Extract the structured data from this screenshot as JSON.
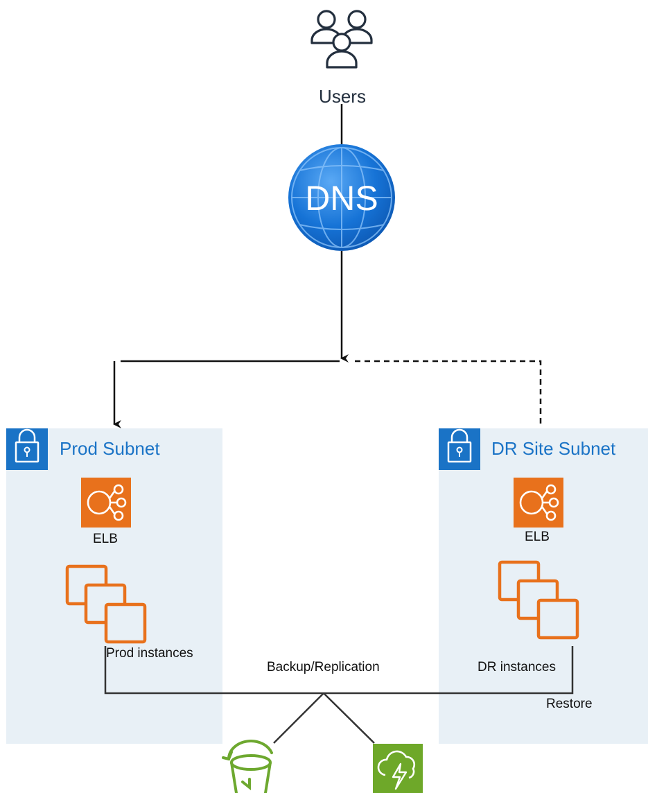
{
  "users": {
    "label": "Users"
  },
  "dns": {
    "label": "DNS"
  },
  "prod_subnet": {
    "title": "Prod Subnet",
    "elb_label": "ELB",
    "instances_label": "Prod instances"
  },
  "dr_subnet": {
    "title": "DR Site Subnet",
    "elb_label": "ELB",
    "instances_label": "DR instances"
  },
  "links": {
    "backup_label": "Backup/Replication",
    "restore_label": "Restore"
  },
  "icons": {
    "users": "users-icon",
    "dns": "dns-globe-icon",
    "lock": "lock-icon",
    "elb": "elastic-load-balancer-icon",
    "instances": "ec2-instances-icon",
    "bucket": "s3-bucket-icon",
    "cloud": "cloud-lightning-icon"
  },
  "colors": {
    "subnet_bg": "#e8f0f6",
    "lock_bg": "#1a73c6",
    "title": "#1a73c6",
    "aws_orange": "#e8711c",
    "dns_blue": "#1673d6",
    "bucket_green": "#6da82f",
    "cloud_green": "#6ea829"
  }
}
